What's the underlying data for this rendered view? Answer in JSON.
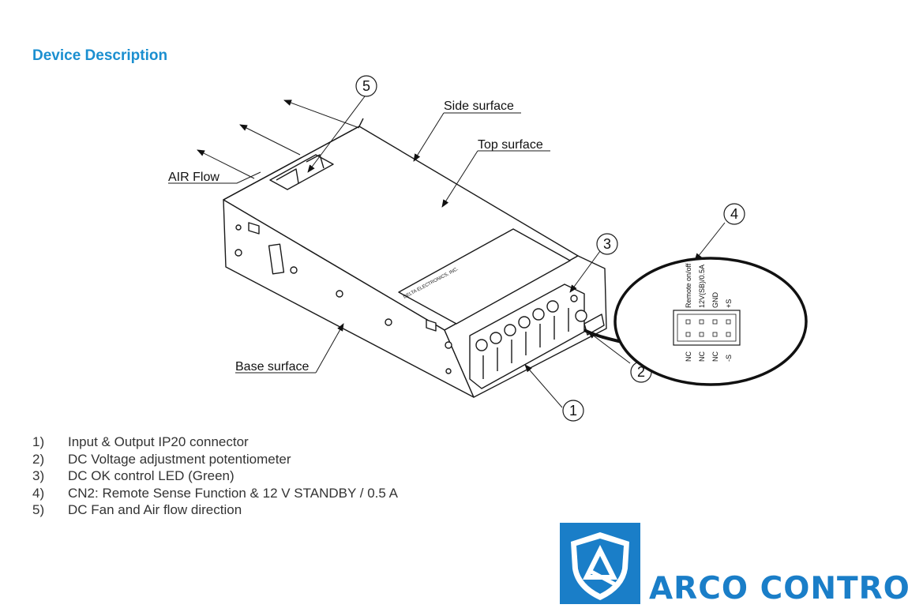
{
  "page": {
    "title": "Device Description"
  },
  "diagram": {
    "labels": {
      "side_surface": "Side surface",
      "top_surface": "Top surface",
      "air_flow": "AIR Flow",
      "base_surface": "Base surface"
    },
    "callouts": [
      "1",
      "2",
      "3",
      "4",
      "5"
    ],
    "brand_on_device": "DELTA ELECTRONICS, INC.",
    "connector_pins_top": [
      "Remote on/off",
      "12V(SB)/0.5A",
      "GND",
      "+S"
    ],
    "connector_pins_bottom": [
      "NC",
      "NC",
      "NC",
      "-S"
    ]
  },
  "legend": [
    {
      "num": "1)",
      "text": "Input & Output IP20 connector"
    },
    {
      "num": "2)",
      "text": "DC Voltage adjustment potentiometer"
    },
    {
      "num": "3)",
      "text": "DC OK control LED (Green)"
    },
    {
      "num": "4)",
      "text": "CN2: Remote Sense Function & 12 V STANDBY / 0.5 A"
    },
    {
      "num": "5)",
      "text": "DC Fan and Air flow direction"
    }
  ],
  "logo": {
    "text": "ARCO CONTROL",
    "icon": "arco-shield-logo-icon",
    "color": "#1a7ec8"
  },
  "colors": {
    "title": "#1b8fd0",
    "line": "#1a1a1a"
  }
}
